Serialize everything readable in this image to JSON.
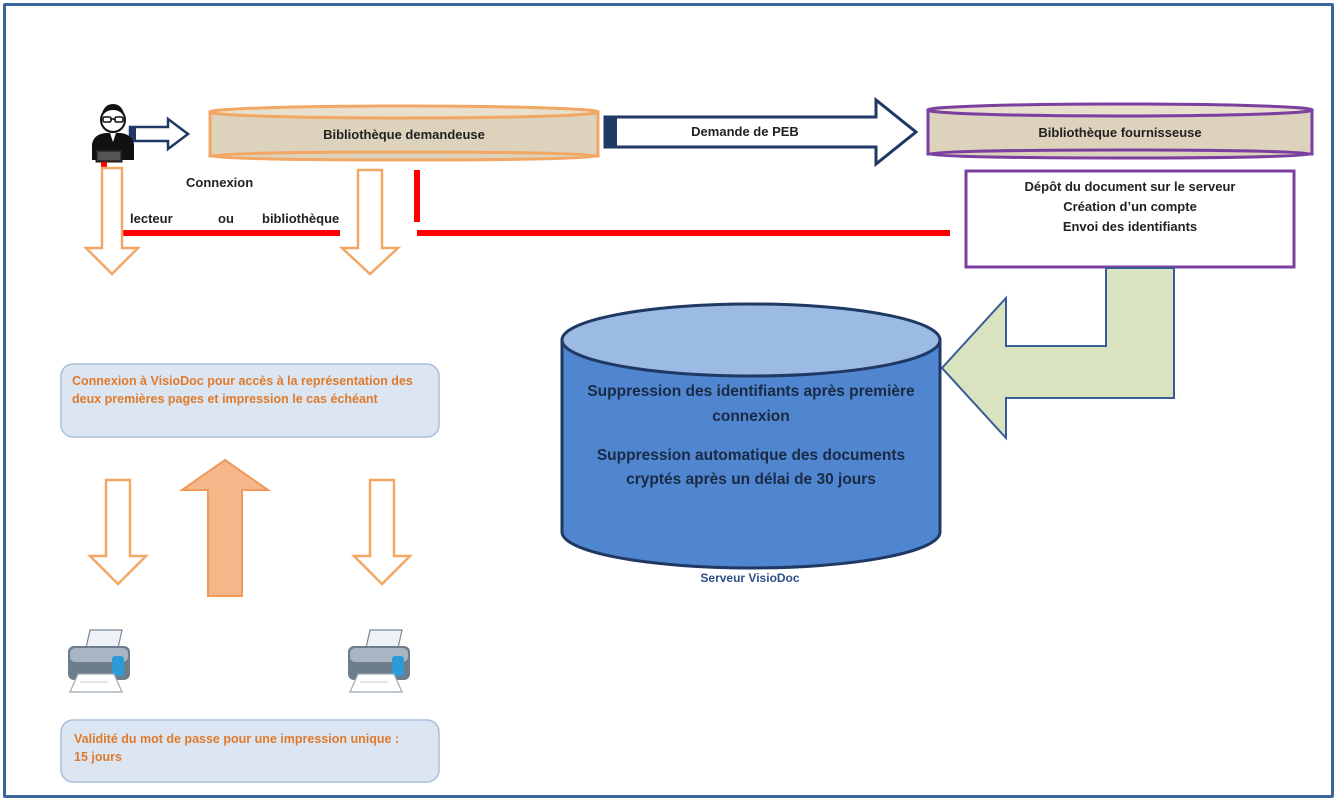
{
  "nodes": {
    "requesting_library": "Bibliothèque demandeuse",
    "supplying_library": "Bibliothèque fournisseuse",
    "peb_request": "Demande de PEB",
    "connexion": "Connexion",
    "lecteur": "lecteur",
    "ou": "ou",
    "bibliotheque": "bibliothèque",
    "deposit": {
      "line1": "Dépôt du document sur le serveur",
      "line2": "Création d’un compte",
      "line3": "Envoi des identifiants"
    },
    "visiodoc_access": "Connexion à VisioDoc pour accès à la représentation des deux premières pages et impression le cas échéant",
    "password_validity": "Validité du mot de passe pour une impression unique : 15 jours",
    "server": {
      "line1": "Suppression des identifiants après première connexion",
      "line2": "Suppression automatique des documents cryptés après un délai de 30 jours",
      "caption": "Serveur VisioDoc"
    }
  },
  "icons": {
    "user": "user-with-glasses-icon",
    "printer": "printer-icon"
  },
  "colors": {
    "frame": "#3b679e",
    "orange": "#f3a765",
    "purple": "#7b3fa0",
    "beige": "#ddd2bb",
    "red": "#ff0000",
    "navy": "#1f3864",
    "server_blue": "#4f86cf",
    "green_arrow": "#d9e3bf",
    "note_fill": "#dce6f2"
  }
}
